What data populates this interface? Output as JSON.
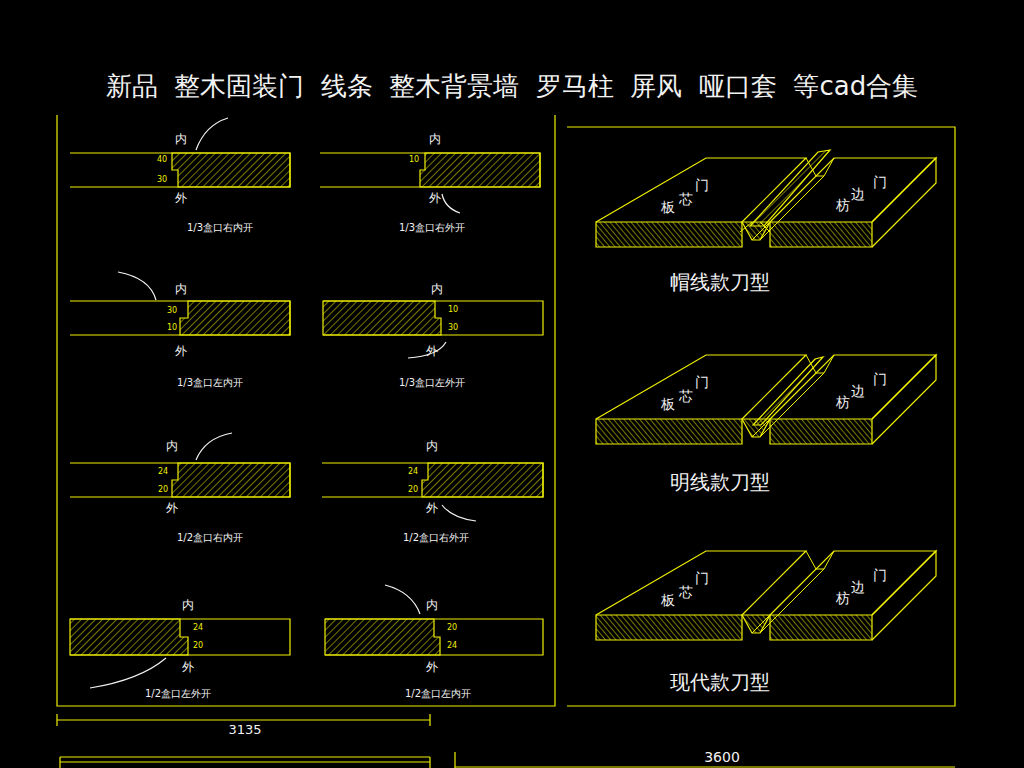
{
  "diagram": {
    "title": "新品  整木固装门  线条  整木背景墙  罗马柱  屏风  哑口套  等cad合集",
    "labels": [
      "内",
      "40",
      "30",
      "外",
      "1/3盒口右内开",
      "内",
      "10",
      "外",
      "1/3盒口右外开",
      "内",
      "30",
      "10",
      "外",
      "1/3盒口左内开",
      "内",
      "10",
      "30",
      "外",
      "1/3盒口左外开",
      "内",
      "24",
      "20",
      "外",
      "1/2盒口右内开",
      "内",
      "24",
      "20",
      "外",
      "1/2盒口右外开",
      "内",
      "24",
      "20",
      "外",
      "1/2盒口左外开",
      "内",
      "20",
      "24",
      "外",
      "1/2盒口左内开",
      "门",
      "芯",
      "板",
      "门",
      "边",
      "枋",
      "帽线款刀型",
      "门",
      "芯",
      "板",
      "门",
      "边",
      "枋",
      "明线款刀型",
      "门",
      "芯",
      "板",
      "门",
      "边",
      "枋",
      "现代款刀型",
      "3135",
      "3600"
    ]
  }
}
